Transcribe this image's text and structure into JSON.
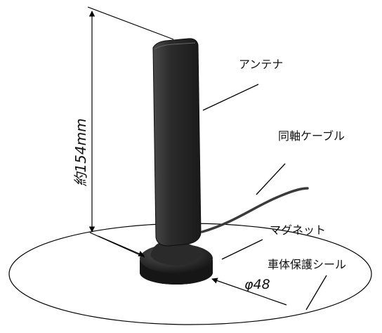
{
  "labels": {
    "antenna": "アンテナ",
    "coax_cable": "同軸ケーブル",
    "magnet": "マグネット",
    "protective_seal": "車体保護シール",
    "height": "約154mm",
    "diameter": "φ48"
  },
  "colors": {
    "antenna_body": "#2e2e2e",
    "antenna_edge": "#111111",
    "base": "#1e1e1e",
    "cable": "#3a3a3a",
    "lines": "#000000"
  }
}
